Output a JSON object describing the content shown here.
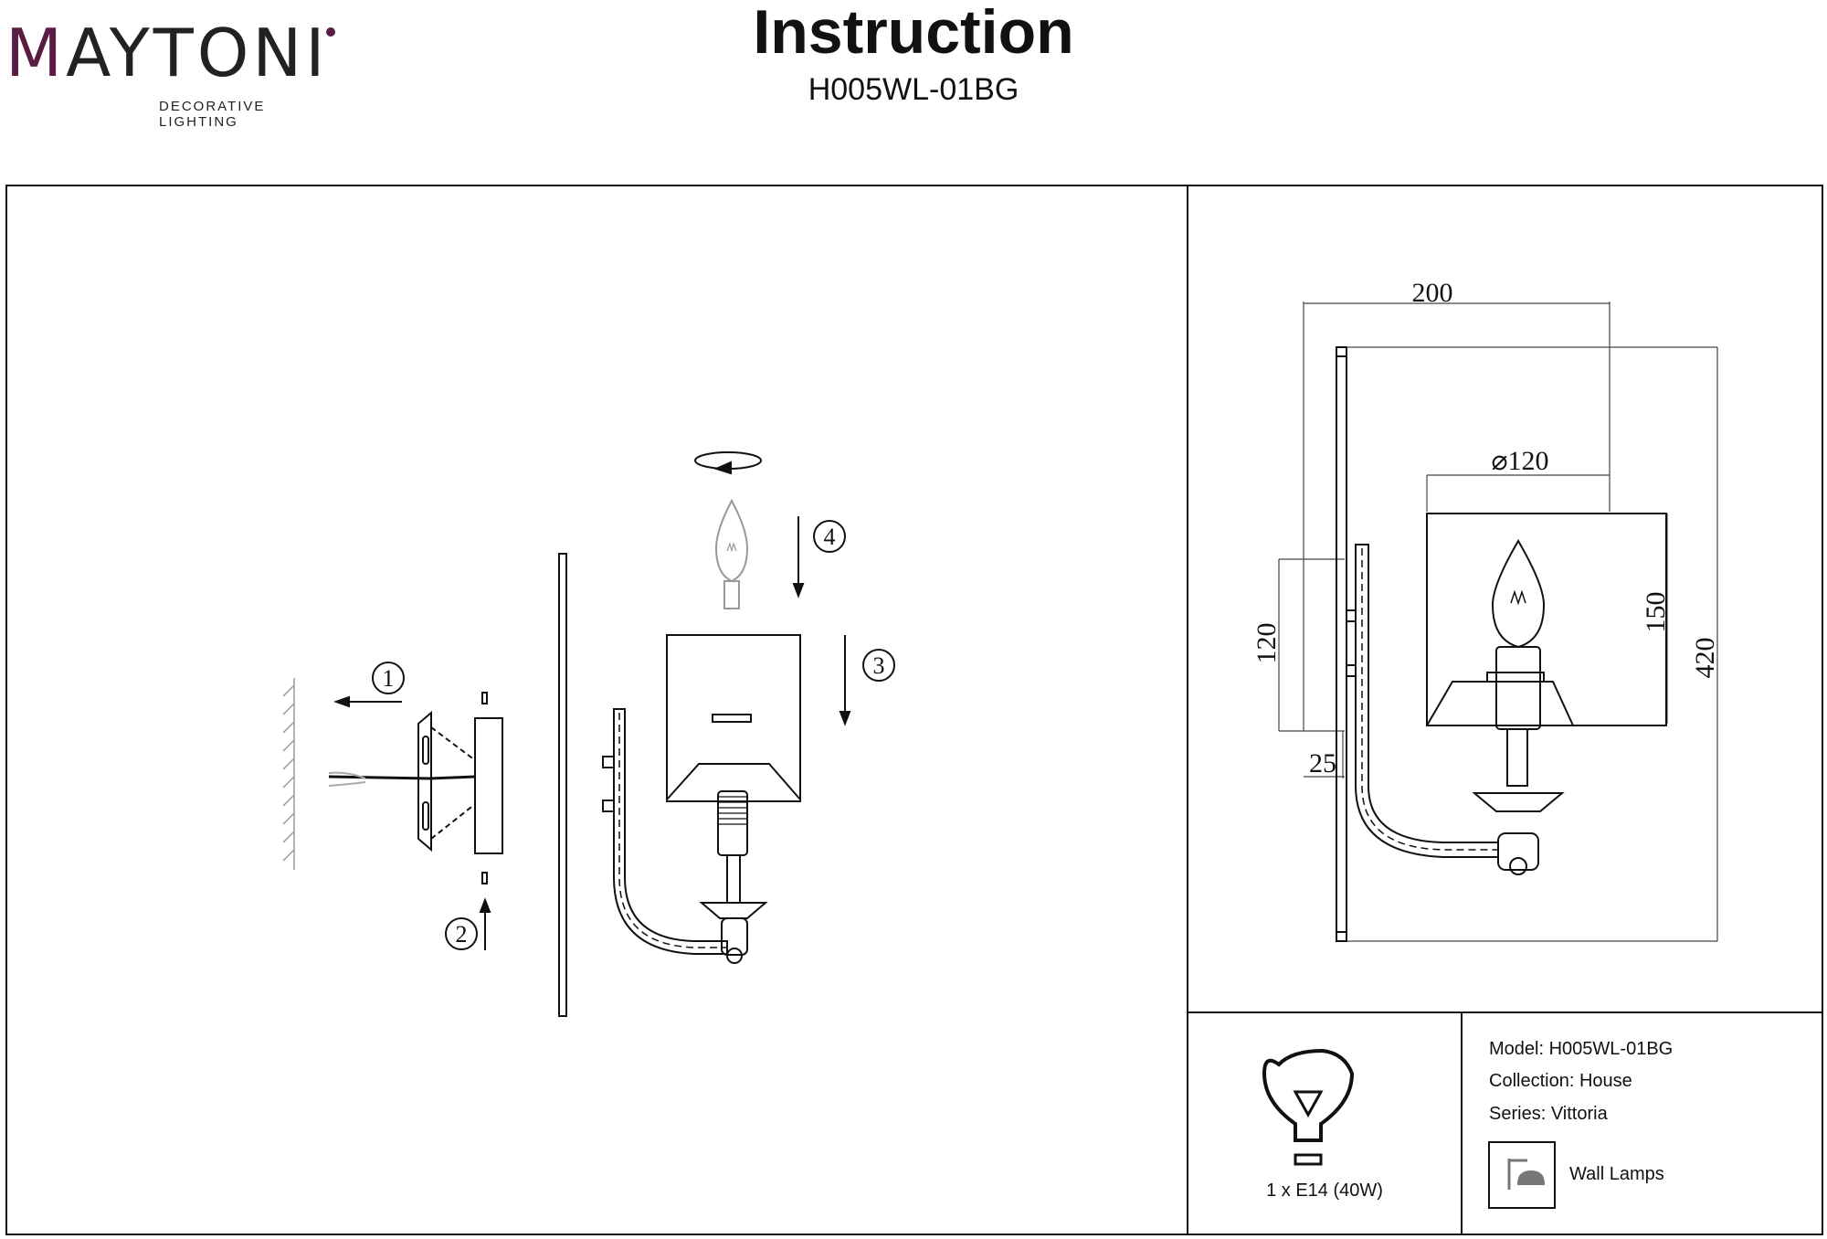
{
  "header": {
    "brand": {
      "first": "M",
      "rest": "AYTONI",
      "tagline": "DECORATIVE LIGHTING"
    },
    "title": "Instruction",
    "model": "H005WL-01BG"
  },
  "assembly": {
    "steps": [
      "1",
      "2",
      "3",
      "4"
    ]
  },
  "dimensions": {
    "width": "200",
    "shade_diameter": "⌀120",
    "plate_height": "120",
    "plate_depth": "25",
    "shade_height": "150",
    "total_height": "420"
  },
  "info": {
    "bulb": "1 x E14 (40W)",
    "model_label": "Model:",
    "model_value": "H005WL-01BG",
    "collection_label": "Collection:",
    "collection_value": "House",
    "series_label": "Series:",
    "series_value": "Vittoria",
    "category": "Wall Lamps"
  },
  "icons": [
    "bulb-icon",
    "wall-lamp-icon",
    "rotate-arrow-icon",
    "wall-hatch-icon"
  ],
  "colors": {
    "brand_accent": "#5a1c44",
    "line": "#111111"
  }
}
